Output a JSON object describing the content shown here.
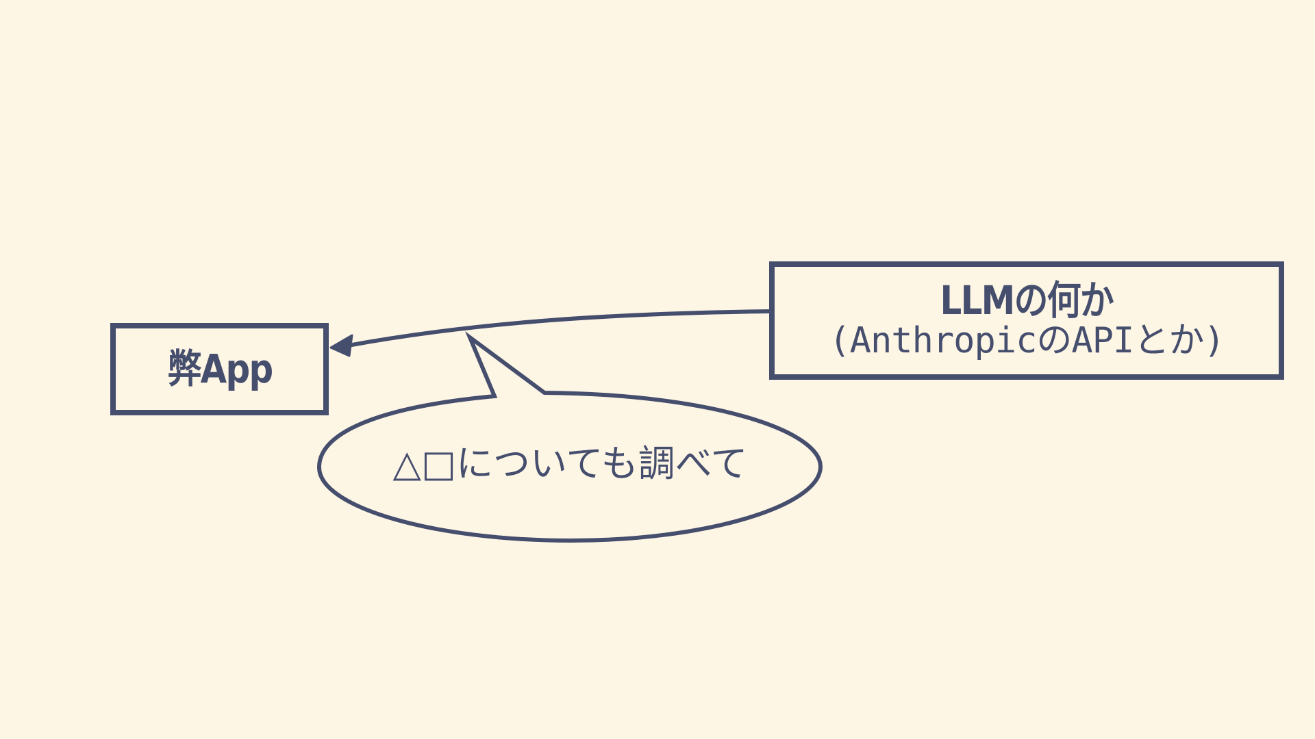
{
  "colors": {
    "background": "#fdf6e5",
    "ink": "#464e6e"
  },
  "app_box": {
    "label": "弊App"
  },
  "llm_box": {
    "title": "LLMの何か",
    "subtitle": "(AnthropicのAPIとか)"
  },
  "speech_bubble": {
    "text": "△□についても調べて"
  }
}
